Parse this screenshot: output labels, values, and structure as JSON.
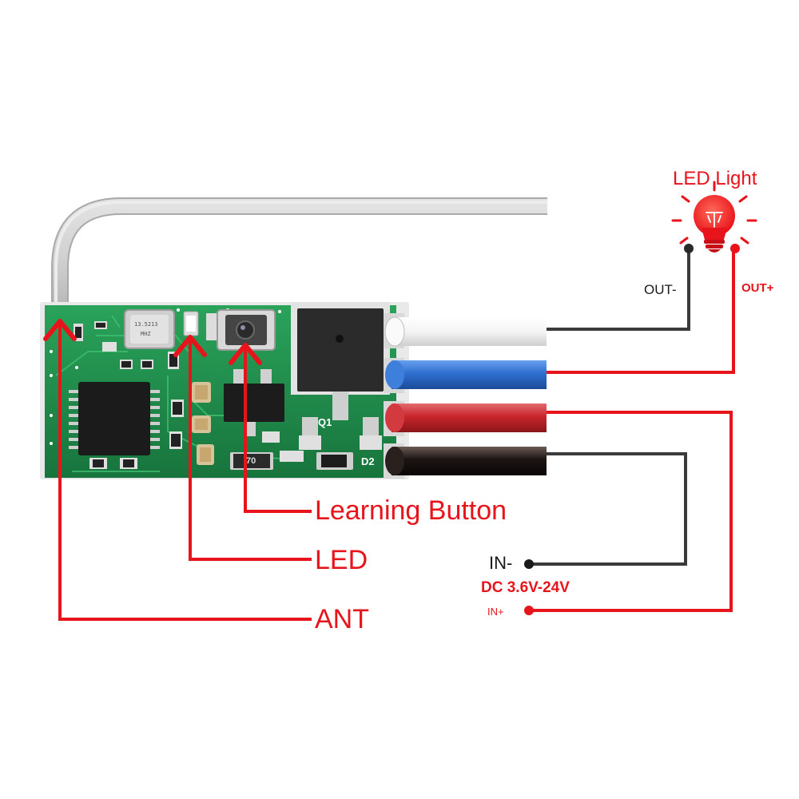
{
  "labels": {
    "led_light": "LED Light",
    "out_minus": "OUT-",
    "out_plus": "OUT+",
    "learning_button": "Learning Button",
    "led": "LED",
    "ant": "ANT",
    "in_minus": "IN-",
    "dc_range": "DC 3.6V-24V",
    "in_plus": "IN+"
  },
  "board_markings": {
    "crystal": "13.5213",
    "crystal_unit": "MHZ",
    "q1": "Q1",
    "d2": "D2",
    "r70": "70"
  },
  "wires": [
    {
      "name": "white",
      "color": "#f2f2f2"
    },
    {
      "name": "blue",
      "color": "#2f6fd0"
    },
    {
      "name": "red",
      "color": "#c8262c"
    },
    {
      "name": "black",
      "color": "#1b1412"
    }
  ],
  "colors": {
    "accent_red": "#e8141b",
    "lead_dark": "#3a3a3a",
    "pcb_green": "#1f8a4a"
  },
  "icons": [
    "light-bulb-icon",
    "arrow-up-icon"
  ]
}
